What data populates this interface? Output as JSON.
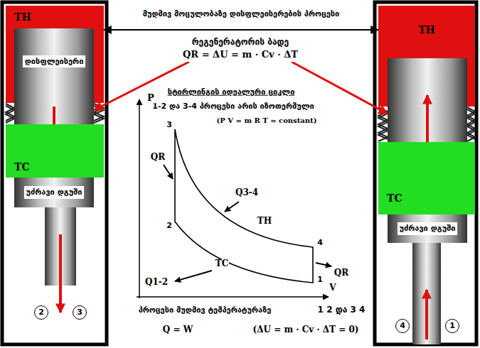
{
  "diagram": {
    "nodes": [
      {
        "text": [
          "TH"
        ]
      },
      {
        "text": [
          "დისფლეისერი"
        ]
      },
      {
        "text": [
          "TC"
        ]
      },
      {
        "text": [
          "უძრავი დგუში"
        ]
      },
      {
        "text": [
          "რეგენერატორის ბადე",
          "QR = ΔU = m · Cv · ΔT"
        ]
      },
      {
        "text": [
          "TH"
        ]
      },
      {
        "text": [
          "დისფლეისერი"
        ]
      },
      {
        "text": [
          "TC"
        ]
      },
      {
        "text": [
          "უძრავი დგუში"
        ]
      }
    ],
    "edges": [
      {
        "from": 0,
        "to": 5,
        "arrow": "both",
        "label": "მუდმივ მოცულობაზე დისფლეისერების პროცესი"
      },
      {
        "from": 4,
        "to": 1,
        "arrow": "to"
      },
      {
        "from": 4,
        "to": 6,
        "arrow": "to"
      }
    ],
    "labels": [
      "სტირლინგის იდეალური ციკლი",
      "1-2 და 3-4 პროცესი არის იზოთერმული",
      "(P V = m R T = constant)",
      "P",
      "V",
      "3",
      "2",
      "4",
      "1",
      "QR",
      "Q3-4",
      "TH",
      "TC",
      "Q1-2",
      "QR",
      "პროცესი მუდმივ ტემპერატურაზე",
      "1 2 და 3 4",
      "Q = W",
      "(ΔU = m · Cv · ΔT = 0)",
      "2",
      "3",
      "4",
      "1"
    ]
  }
}
